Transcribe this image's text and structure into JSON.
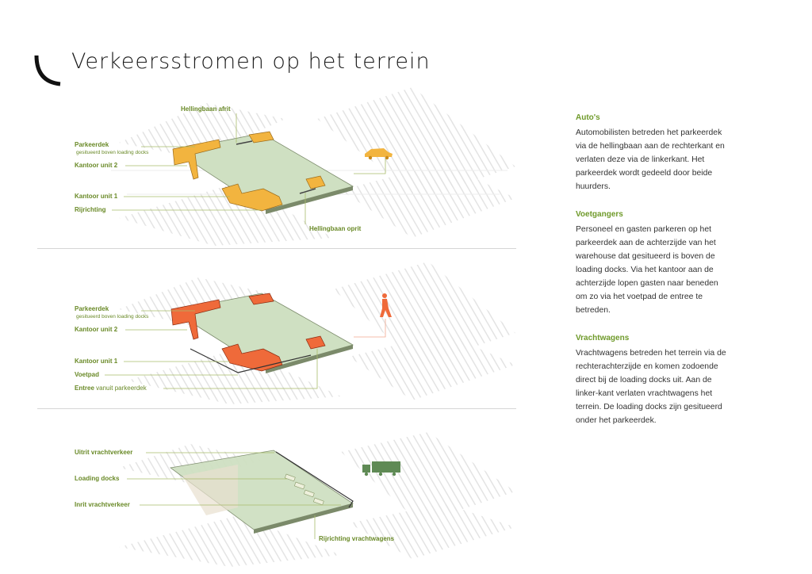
{
  "page": {
    "title": "Verkeersstromen op het terrein"
  },
  "diagrams": [
    {
      "id": "autos",
      "labels": [
        {
          "key": "hellingbaan_afrit",
          "text": "Hellingbaan afrit"
        },
        {
          "key": "parkeerdek",
          "text": "Parkeerdek",
          "sub": "gesitueerd boven loading docks"
        },
        {
          "key": "kantoor2",
          "text": "Kantoor unit 2"
        },
        {
          "key": "kantoor1",
          "text": "Kantoor unit 1"
        },
        {
          "key": "rijrichting",
          "text": "Rijrichting"
        },
        {
          "key": "hellingbaan_oprit",
          "text": "Hellingbaan oprit"
        }
      ],
      "accent": "#f2b43f",
      "icon": "car-icon"
    },
    {
      "id": "voetgangers",
      "labels": [
        {
          "key": "parkeerdek",
          "text": "Parkeerdek",
          "sub": "gesitueerd boven loading docks"
        },
        {
          "key": "kantoor2",
          "text": "Kantoor unit 2"
        },
        {
          "key": "kantoor1",
          "text": "Kantoor unit 1"
        },
        {
          "key": "voetpad",
          "text": "Voetpad"
        },
        {
          "key": "entree",
          "text": "Entree",
          "rest": "vanuit parkeerdek"
        }
      ],
      "accent": "#ef6a3a",
      "icon": "pedestrian-icon"
    },
    {
      "id": "vrachtwagens",
      "labels": [
        {
          "key": "uitrit",
          "text": "Uitrit vrachtverkeer"
        },
        {
          "key": "loading_docks",
          "text": "Loading docks"
        },
        {
          "key": "inrit",
          "text": "Inrit vrachtverkeer"
        },
        {
          "key": "rijrichting_vracht",
          "text": "Rijrichting vrachtwagens"
        }
      ],
      "accent": "#5f8a55",
      "icon": "truck-icon"
    }
  ],
  "sections": [
    {
      "heading": "Auto's",
      "body": "Automobilisten betreden het parkeerdek via de hellingbaan aan de rechterkant en verlaten deze via de linkerkant. Het parkeerdek wordt gedeeld door beide huurders."
    },
    {
      "heading": "Voetgangers",
      "body": "Personeel en gasten parkeren op het parkeerdek aan de achterzijde van het warehouse dat gesitueerd is boven de loading docks. Via het kantoor aan de achterzijde lopen gasten naar beneden om zo via het voetpad de entree te betreden."
    },
    {
      "heading": "Vrachtwagens",
      "body": "Vrachtwagens betreden het terrein via de rechterachterzijde en komen zodoende direct bij de loading docks uit. Aan de linker-kant verlaten vrachtwagens het terrein. De loading docks zijn gesitueerd onder het parkeerdek."
    }
  ],
  "colors": {
    "label_green": "#6a8a28",
    "heading_green": "#6f9a2a",
    "deck_fill": "#cfe0c2",
    "office_orange": "#ef6a3a",
    "office_yellow": "#f2b43f",
    "truck_green": "#5f8a55"
  }
}
